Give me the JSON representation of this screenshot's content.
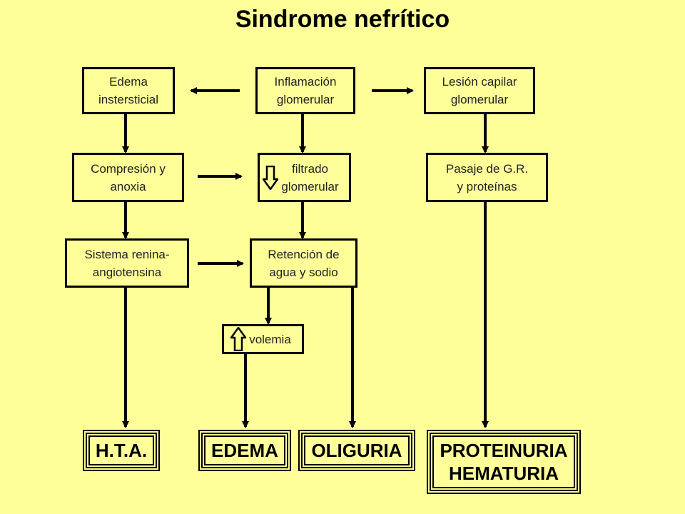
{
  "title": "Sindrome nefrítico",
  "nodes": {
    "edema_intersticial": "Edema\ninstersticial",
    "inflamacion": "Inflamación\nglomerular",
    "lesion": "Lesión capilar\nglomerular",
    "compresion": "Compresión y\nanoxia",
    "filtrado": "filtrado\nglomerular",
    "pasaje": "Pasaje de G.R.\ny proteínas",
    "renina": "Sistema renina-\nangiotensina",
    "retencion": "Retención de\nagua y sodio",
    "volemia": "volemia"
  },
  "indicators": {
    "filtrado": "down-arrow-icon",
    "volemia": "up-arrow-icon"
  },
  "outcomes": {
    "hta": "H.T.A.",
    "edema": "EDEMA",
    "oliguria": "OLIGURIA",
    "proteinuria": "PROTEINURIA\nHEMATURIA"
  }
}
